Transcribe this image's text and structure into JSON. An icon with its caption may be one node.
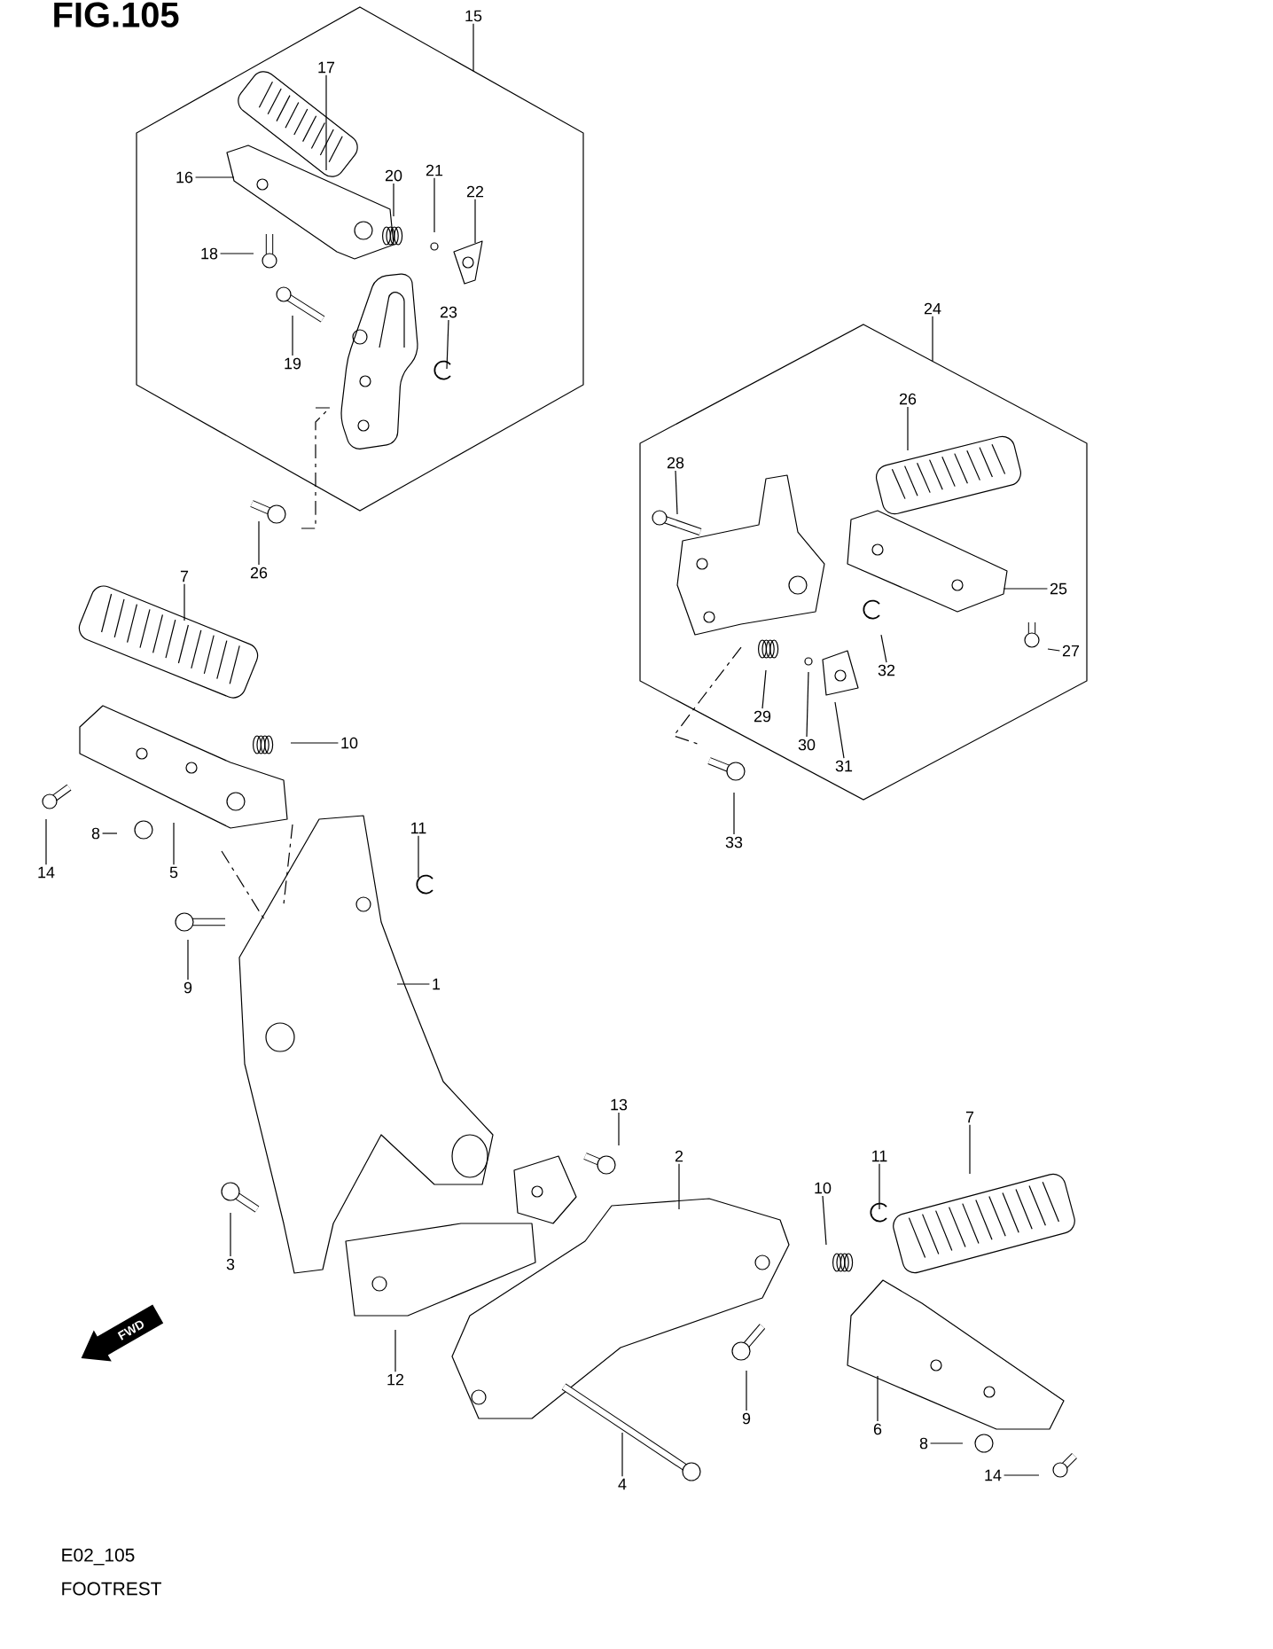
{
  "diagram": {
    "title": "FIG.105",
    "nodes": [
      {
        "text": [],
        "shape": "hexagon"
      },
      {
        "text": [
          "15"
        ]
      },
      {
        "text": [
          "17"
        ],
        "in": 0
      },
      {
        "text": [
          "16"
        ],
        "in": 0
      },
      {
        "text": [
          "20"
        ],
        "in": 0
      },
      {
        "text": [
          "21"
        ],
        "in": 0
      },
      {
        "text": [
          "22"
        ],
        "in": 0
      },
      {
        "text": [
          "18"
        ],
        "in": 0
      },
      {
        "text": [
          "23"
        ],
        "in": 0
      },
      {
        "text": [
          "19"
        ],
        "in": 0
      },
      {
        "text": [
          "26"
        ]
      },
      {
        "text": [],
        "shape": "hexagon"
      },
      {
        "text": [
          "24"
        ]
      },
      {
        "text": [
          "26"
        ],
        "in": 11
      },
      {
        "text": [
          "28"
        ],
        "in": 11
      },
      {
        "text": [
          "25"
        ],
        "in": 11
      },
      {
        "text": [
          "27"
        ],
        "in": 11
      },
      {
        "text": [
          "32"
        ],
        "in": 11
      },
      {
        "text": [
          "29"
        ],
        "in": 11
      },
      {
        "text": [
          "30"
        ],
        "in": 11
      },
      {
        "text": [
          "31"
        ],
        "in": 11
      },
      {
        "text": [
          "33"
        ]
      },
      {
        "text": [
          "7"
        ]
      },
      {
        "text": [
          "10"
        ]
      },
      {
        "text": [
          "11"
        ]
      },
      {
        "text": [
          "14"
        ]
      },
      {
        "text": [
          "8"
        ]
      },
      {
        "text": [
          "5"
        ]
      },
      {
        "text": [
          "9"
        ]
      },
      {
        "text": [
          "1"
        ]
      },
      {
        "text": [
          "13"
        ]
      },
      {
        "text": [
          "2"
        ]
      },
      {
        "text": [
          "3"
        ]
      },
      {
        "text": [
          "7"
        ]
      },
      {
        "text": [
          "11"
        ]
      },
      {
        "text": [
          "10"
        ]
      },
      {
        "text": [
          "12"
        ]
      },
      {
        "text": [
          "9"
        ]
      },
      {
        "text": [
          "6"
        ]
      },
      {
        "text": [
          "4"
        ]
      },
      {
        "text": [
          "8"
        ]
      },
      {
        "text": [
          "14"
        ]
      }
    ],
    "edges": [
      {
        "from": 1,
        "to": 0,
        "arrow": "none"
      },
      {
        "from": 2,
        "to": null,
        "arrow": "none"
      },
      {
        "from": 3,
        "to": null,
        "arrow": "none"
      },
      {
        "from": 4,
        "to": null,
        "arrow": "none"
      },
      {
        "from": 5,
        "to": null,
        "arrow": "none"
      },
      {
        "from": 6,
        "to": null,
        "arrow": "none"
      },
      {
        "from": 7,
        "to": null,
        "arrow": "none"
      },
      {
        "from": 8,
        "to": null,
        "arrow": "none"
      },
      {
        "from": 9,
        "to": null,
        "arrow": "none"
      },
      {
        "from": 10,
        "to": null,
        "arrow": "none"
      },
      {
        "from": 12,
        "to": 11,
        "arrow": "none"
      },
      {
        "from": 13,
        "to": null,
        "arrow": "none"
      },
      {
        "from": 14,
        "to": null,
        "arrow": "none"
      },
      {
        "from": 15,
        "to": null,
        "arrow": "none"
      },
      {
        "from": 16,
        "to": null,
        "arrow": "none"
      },
      {
        "from": 17,
        "to": null,
        "arrow": "none"
      },
      {
        "from": 18,
        "to": null,
        "arrow": "none"
      },
      {
        "from": 19,
        "to": null,
        "arrow": "none"
      },
      {
        "from": 20,
        "to": null,
        "arrow": "none"
      },
      {
        "from": 21,
        "to": null,
        "arrow": "none"
      },
      {
        "from": 22,
        "to": null,
        "arrow": "none"
      },
      {
        "from": 23,
        "to": null,
        "arrow": "none"
      },
      {
        "from": 24,
        "to": null,
        "arrow": "none"
      },
      {
        "from": 25,
        "to": null,
        "arrow": "none"
      },
      {
        "from": 26,
        "to": null,
        "arrow": "none"
      },
      {
        "from": 27,
        "to": null,
        "arrow": "none"
      },
      {
        "from": 28,
        "to": null,
        "arrow": "none"
      },
      {
        "from": 29,
        "to": null,
        "arrow": "none"
      },
      {
        "from": 30,
        "to": null,
        "arrow": "none"
      },
      {
        "from": 31,
        "to": null,
        "arrow": "none"
      },
      {
        "from": 32,
        "to": null,
        "arrow": "none"
      },
      {
        "from": 33,
        "to": null,
        "arrow": "none"
      },
      {
        "from": 34,
        "to": null,
        "arrow": "none"
      },
      {
        "from": 35,
        "to": null,
        "arrow": "none"
      },
      {
        "from": 36,
        "to": null,
        "arrow": "none"
      },
      {
        "from": 37,
        "to": null,
        "arrow": "none"
      },
      {
        "from": 38,
        "to": null,
        "arrow": "none"
      },
      {
        "from": 39,
        "to": null,
        "arrow": "none"
      },
      {
        "from": 40,
        "to": null,
        "arrow": "none"
      },
      {
        "from": 41,
        "to": null,
        "arrow": "none"
      }
    ],
    "labels": [
      "FWD",
      "E02_105",
      "FOOTREST"
    ]
  }
}
